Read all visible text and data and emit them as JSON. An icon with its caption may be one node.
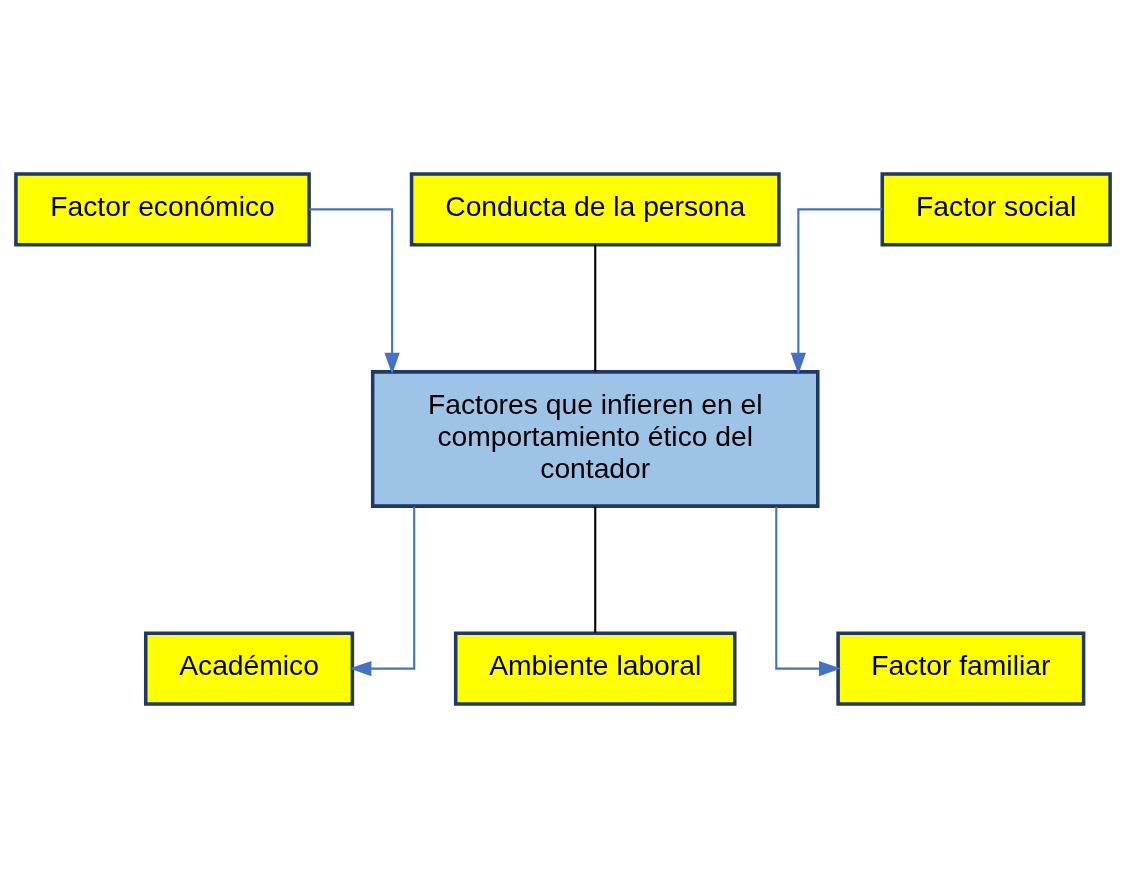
{
  "diagram": {
    "nodes": [
      {
        "text": [
          "Factor económico"
        ]
      },
      {
        "text": [
          "Conducta de la persona"
        ]
      },
      {
        "text": [
          "Factor social"
        ]
      },
      {
        "text": [
          "Factores que infieren en el comportamiento ético del contador"
        ]
      },
      {
        "text": [
          "Académico"
        ]
      },
      {
        "text": [
          "Ambiente laboral"
        ]
      },
      {
        "text": [
          "Factor familiar"
        ]
      }
    ],
    "edges": [
      {
        "from": 0,
        "to": 3,
        "arrow": "to"
      },
      {
        "from": 1,
        "to": 3,
        "arrow": "none",
        "color": "#000000"
      },
      {
        "from": 2,
        "to": 3,
        "arrow": "to"
      },
      {
        "from": 3,
        "to": 4,
        "arrow": "to"
      },
      {
        "from": 3,
        "to": 5,
        "arrow": "none",
        "color": "#000000"
      },
      {
        "from": 3,
        "to": 6,
        "arrow": "to"
      }
    ]
  }
}
